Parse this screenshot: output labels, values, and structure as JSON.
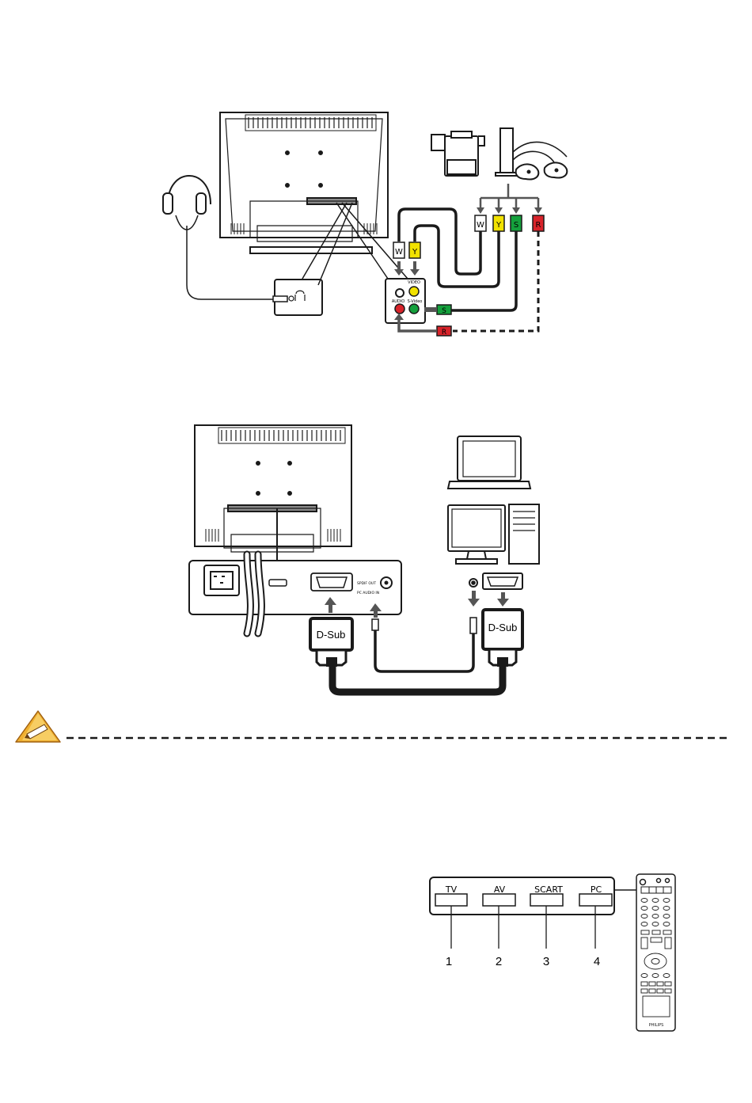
{
  "diagram_av": {
    "plug_labels": {
      "w": "W",
      "y": "Y",
      "s": "S",
      "r": "R"
    },
    "panel": {
      "video": "VIDEO",
      "audio": "AUDIO",
      "svideo": "S-Video"
    },
    "colors": {
      "white": "#ffffff",
      "yellow": "#f2e200",
      "green": "#14a03c",
      "red": "#d8232a",
      "line": "#1a1a1a"
    }
  },
  "diagram_pc": {
    "connector_label_left": "D-Sub",
    "connector_label_right": "D-Sub",
    "port_spdif": "SPDIF OUT",
    "port_pcaudio": "PC AUDIO IN"
  },
  "note": {
    "icon": "note-pencil-icon",
    "colors": {
      "badge": "#f0b030"
    }
  },
  "remote_diagram": {
    "buttons": [
      {
        "label": "TV",
        "number": "1"
      },
      {
        "label": "AV",
        "number": "2"
      },
      {
        "label": "SCART",
        "number": "3"
      },
      {
        "label": "PC",
        "number": "4"
      }
    ],
    "remote_brand": "PHILIPS"
  }
}
